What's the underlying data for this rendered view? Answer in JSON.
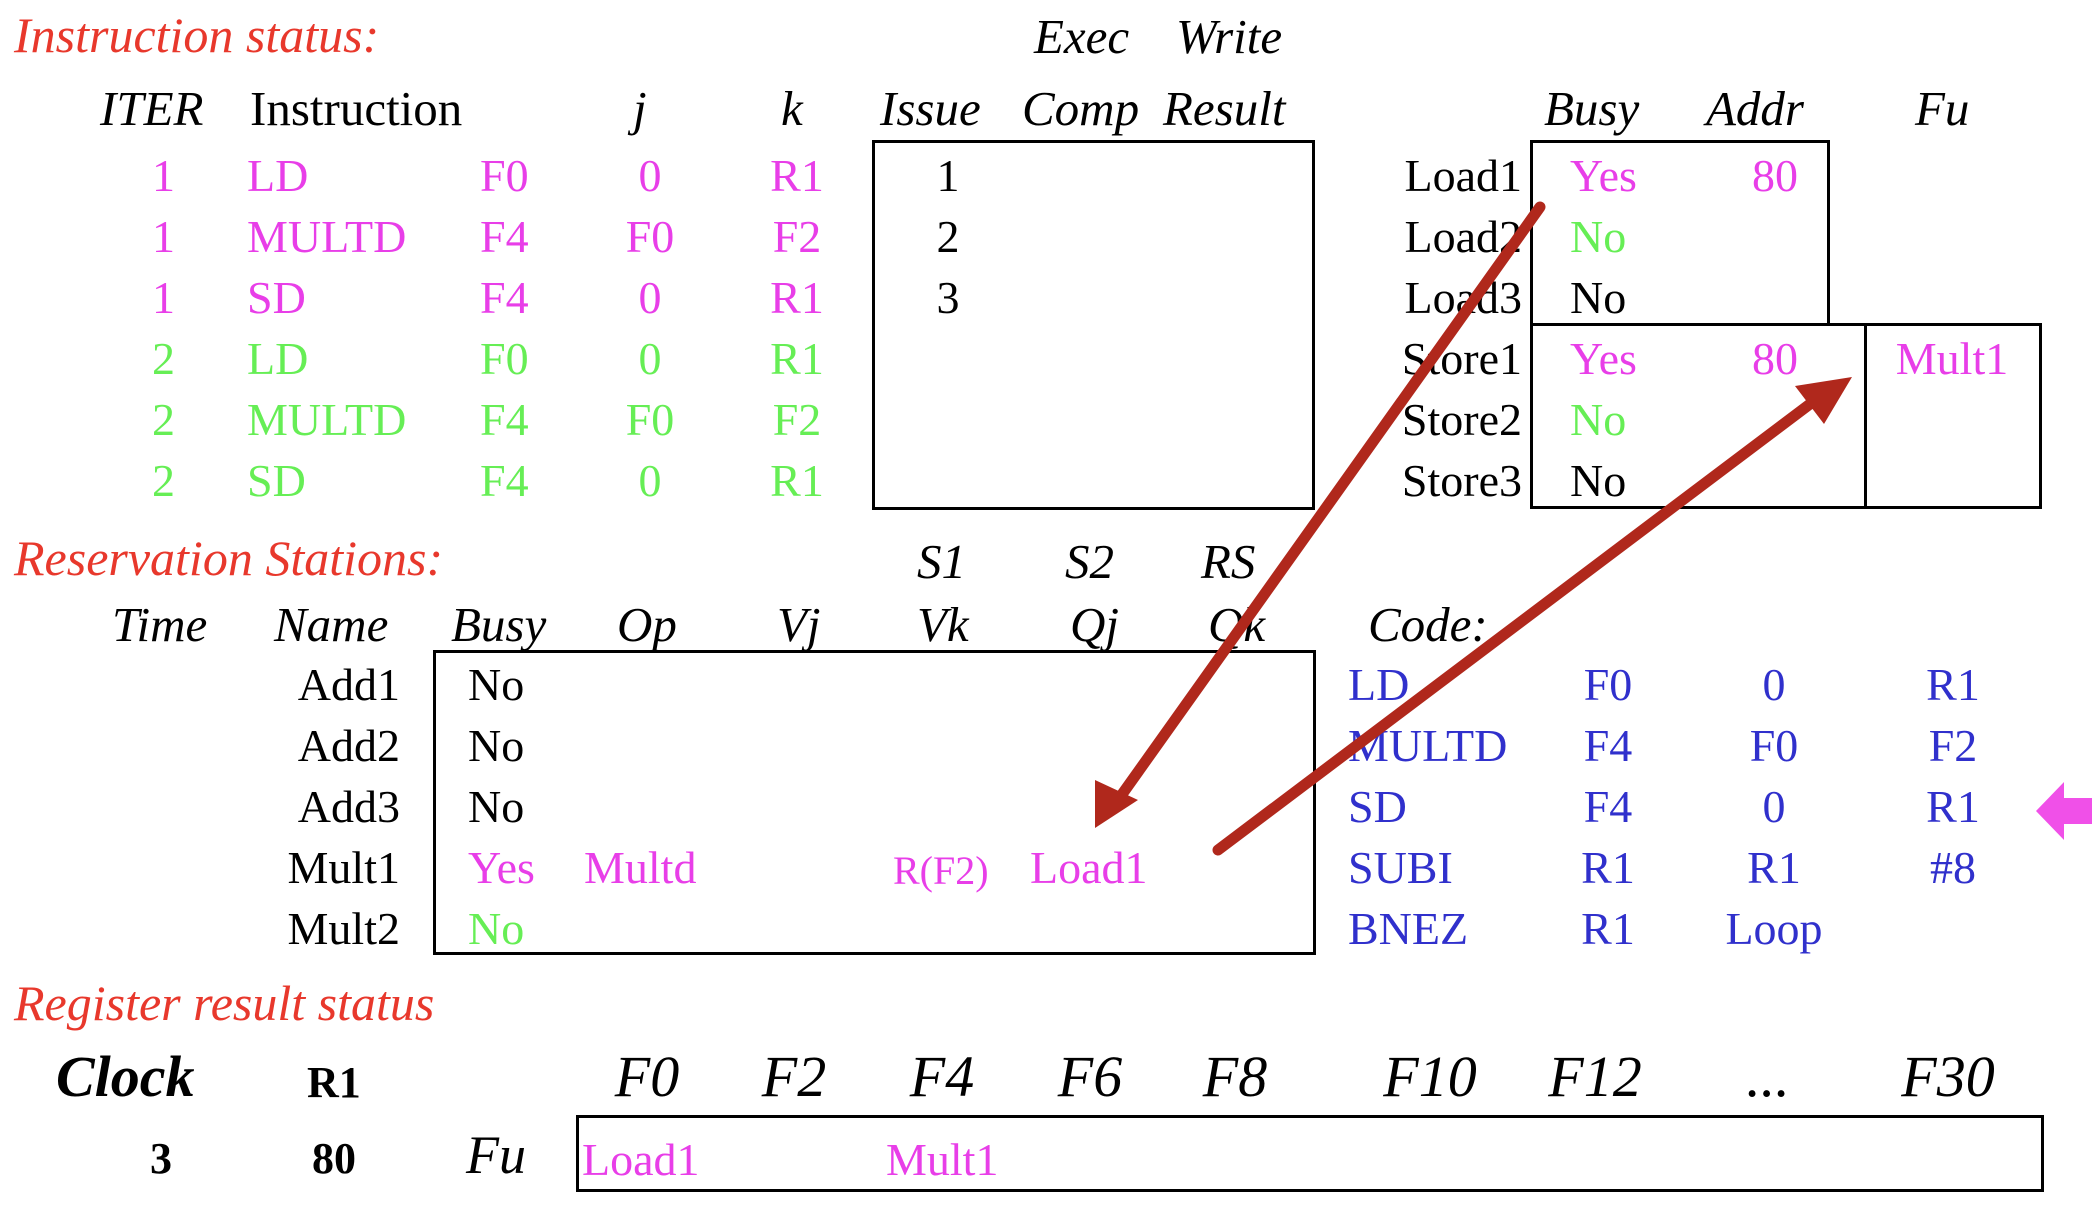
{
  "colors": {
    "title": "#e8382c",
    "iter1": "#e83ee8",
    "iter2": "#66ee55",
    "code": "#3030cc",
    "normal": "#000000",
    "arrow": "#b0281c",
    "pointer": "#f050e8"
  },
  "instruction_status": {
    "title": "Instruction status:",
    "headers": {
      "iter": "ITER",
      "instruction": "Instruction",
      "j": "j",
      "k": "k",
      "issue": "Issue",
      "exec_top": "Exec",
      "exec_bottom": "Comp",
      "write_top": "Write",
      "write_bottom": "Result"
    },
    "rows": [
      {
        "iter": "1",
        "op": "LD",
        "dest": "F0",
        "j": "0",
        "k": "R1",
        "issue": "1",
        "exec": "",
        "write": "",
        "color": "iter1"
      },
      {
        "iter": "1",
        "op": "MULTD",
        "dest": "F4",
        "j": "F0",
        "k": "F2",
        "issue": "2",
        "exec": "",
        "write": "",
        "color": "iter1"
      },
      {
        "iter": "1",
        "op": "SD",
        "dest": "F4",
        "j": "0",
        "k": "R1",
        "issue": "3",
        "exec": "",
        "write": "",
        "color": "iter1"
      },
      {
        "iter": "2",
        "op": "LD",
        "dest": "F0",
        "j": "0",
        "k": "R1",
        "issue": "",
        "exec": "",
        "write": "",
        "color": "iter2"
      },
      {
        "iter": "2",
        "op": "MULTD",
        "dest": "F4",
        "j": "F0",
        "k": "F2",
        "issue": "",
        "exec": "",
        "write": "",
        "color": "iter2"
      },
      {
        "iter": "2",
        "op": "SD",
        "dest": "F4",
        "j": "0",
        "k": "R1",
        "issue": "",
        "exec": "",
        "write": "",
        "color": "iter2"
      }
    ]
  },
  "load_store_buffers": {
    "headers": {
      "busy": "Busy",
      "addr": "Addr",
      "fu": "Fu"
    },
    "rows": [
      {
        "name": "Load1",
        "busy": "Yes",
        "busy_color": "iter1",
        "addr": "80",
        "fu": ""
      },
      {
        "name": "Load2",
        "busy": "No",
        "busy_color": "iter2",
        "addr": "",
        "fu": ""
      },
      {
        "name": "Load3",
        "busy": "No",
        "busy_color": "normal",
        "addr": "",
        "fu": ""
      },
      {
        "name": "Store1",
        "busy": "Yes",
        "busy_color": "iter1",
        "addr": "80",
        "fu": "Mult1"
      },
      {
        "name": "Store2",
        "busy": "No",
        "busy_color": "iter2",
        "addr": "",
        "fu": ""
      },
      {
        "name": "Store3",
        "busy": "No",
        "busy_color": "normal",
        "addr": "",
        "fu": ""
      }
    ]
  },
  "reservation_stations": {
    "title": "Reservation Stations:",
    "headers": {
      "time": "Time",
      "name": "Name",
      "busy": "Busy",
      "op": "Op",
      "vj": "Vj",
      "s1": "S1",
      "vk": "Vk",
      "s2": "S2",
      "qj": "Qj",
      "rs": "RS",
      "qk": "Qk"
    },
    "rows": [
      {
        "time": "",
        "name": "Add1",
        "busy": "No",
        "busy_color": "normal",
        "op": "",
        "vj": "",
        "vk": "",
        "qj": "",
        "qk": ""
      },
      {
        "time": "",
        "name": "Add2",
        "busy": "No",
        "busy_color": "normal",
        "op": "",
        "vj": "",
        "vk": "",
        "qj": "",
        "qk": ""
      },
      {
        "time": "",
        "name": "Add3",
        "busy": "No",
        "busy_color": "normal",
        "op": "",
        "vj": "",
        "vk": "",
        "qj": "",
        "qk": ""
      },
      {
        "time": "",
        "name": "Mult1",
        "busy": "Yes",
        "busy_color": "iter1",
        "op": "Multd",
        "vj": "",
        "vk": "R(F2)",
        "qj": "Load1",
        "qk": ""
      },
      {
        "time": "",
        "name": "Mult2",
        "busy": "No",
        "busy_color": "iter2",
        "op": "",
        "vj": "",
        "vk": "",
        "qj": "",
        "qk": ""
      }
    ]
  },
  "code": {
    "title": "Code:",
    "lines": [
      [
        "LD",
        "F0",
        "0",
        "R1"
      ],
      [
        "MULTD",
        "F4",
        "F0",
        "F2"
      ],
      [
        "SD",
        "F4",
        "0",
        "R1"
      ],
      [
        "SUBI",
        "R1",
        "R1",
        "#8"
      ],
      [
        "BNEZ",
        "R1",
        "Loop",
        ""
      ]
    ],
    "current_line_pointer": "arrow-left-icon"
  },
  "register_status": {
    "title": "Register result status",
    "clock_label": "Clock",
    "r1_label": "R1",
    "clock_value": "3",
    "r1_value": "80",
    "fu_label": "Fu",
    "registers": [
      "F0",
      "F2",
      "F4",
      "F6",
      "F8",
      "F10",
      "F12",
      "...",
      "F30"
    ],
    "fu_values": [
      "Load1",
      "",
      "Mult1",
      "",
      "",
      "",
      "",
      "",
      ""
    ]
  }
}
